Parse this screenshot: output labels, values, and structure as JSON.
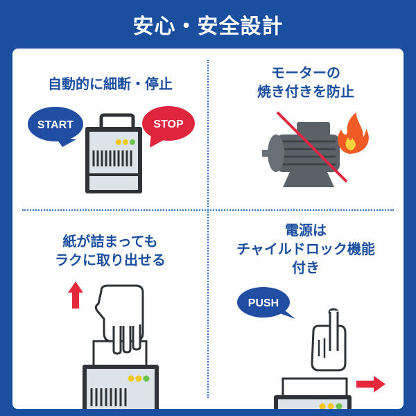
{
  "header": {
    "title": "安心・安全設計"
  },
  "panels": {
    "auto_stop": {
      "caption": "自動的に細断・停止",
      "start_label": "START",
      "stop_label": "STOP"
    },
    "motor": {
      "caption_line1": "モーターの",
      "caption_line2": "焼き付きを防止"
    },
    "jam": {
      "caption_line1": "紙が詰まっても",
      "caption_line2": "ラクに取り出せる"
    },
    "child_lock": {
      "caption_line1": "電源は",
      "caption_line2": "チャイルドロック機能",
      "caption_line3": "付き",
      "push_label": "PUSH"
    }
  },
  "colors": {
    "brand_blue": "#1a4fa0",
    "start_bubble": "#1f4ea3",
    "stop_bubble": "#e0263f",
    "arrow_red": "#e5283c",
    "shredder_dark": "#2f3337",
    "led_yellow": "#f2c81d",
    "led_green": "#6cc24a",
    "flame": "#f05a24"
  },
  "icons": [
    "shredder-icon",
    "motor-icon",
    "flame-icon",
    "prohibited-slash-icon",
    "hand-icon",
    "up-arrow-icon",
    "right-arrow-icon"
  ]
}
